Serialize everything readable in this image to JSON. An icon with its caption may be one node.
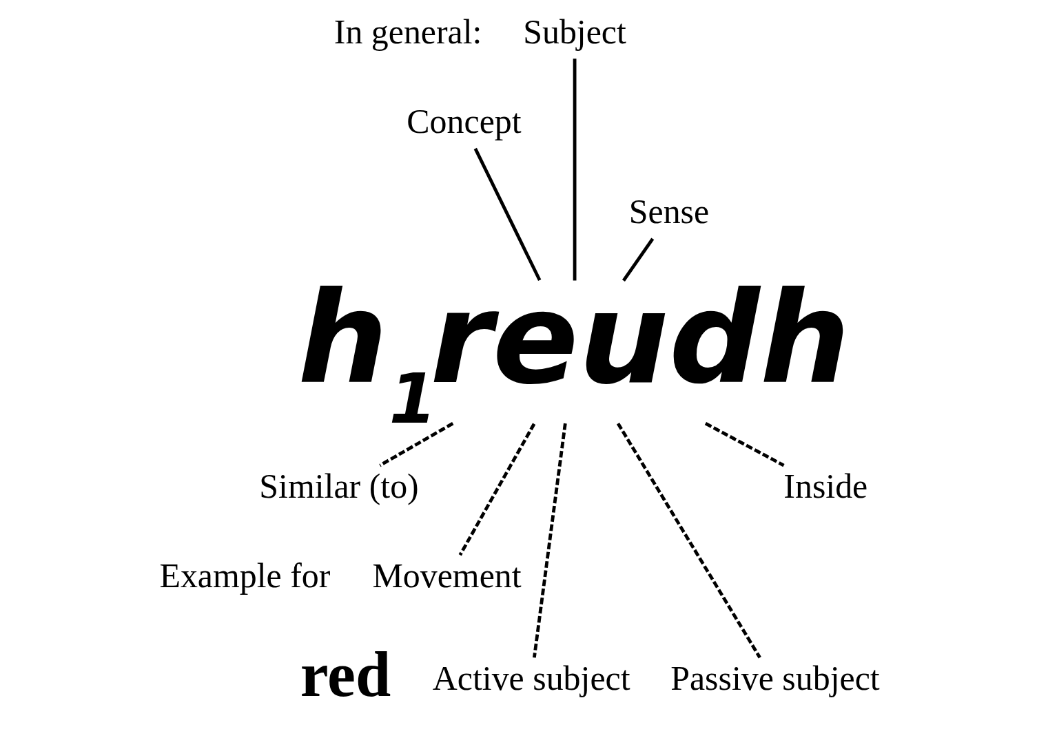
{
  "diagram": {
    "nodes": [
      {
        "text": [
          "Concept"
        ]
      },
      {
        "text": [
          "Subject"
        ]
      },
      {
        "text": [
          "Sense"
        ]
      },
      {
        "text": [
          "h$_{1}$reudh"
        ]
      },
      {
        "text": [
          "Similar (to)"
        ]
      },
      {
        "text": [
          "Movement"
        ]
      },
      {
        "text": [
          "Active subject"
        ]
      },
      {
        "text": [
          "Passive subject"
        ]
      },
      {
        "text": [
          "Inside"
        ]
      }
    ],
    "edges": [
      {
        "from": 0,
        "to": 3,
        "arrow": "none"
      },
      {
        "from": 1,
        "to": 3,
        "arrow": "none"
      },
      {
        "from": 2,
        "to": 3,
        "arrow": "none"
      },
      {
        "from": 3,
        "to": 4,
        "arrow": "none",
        "style": "dashed"
      },
      {
        "from": 3,
        "to": 5,
        "arrow": "none",
        "style": "dashed"
      },
      {
        "from": 3,
        "to": 6,
        "arrow": "none",
        "style": "dashed"
      },
      {
        "from": 3,
        "to": 7,
        "arrow": "none",
        "style": "dashed"
      },
      {
        "from": 3,
        "to": 8,
        "arrow": "none",
        "style": "dashed"
      }
    ],
    "labels": [
      "In general:",
      "Example for",
      "red"
    ]
  }
}
